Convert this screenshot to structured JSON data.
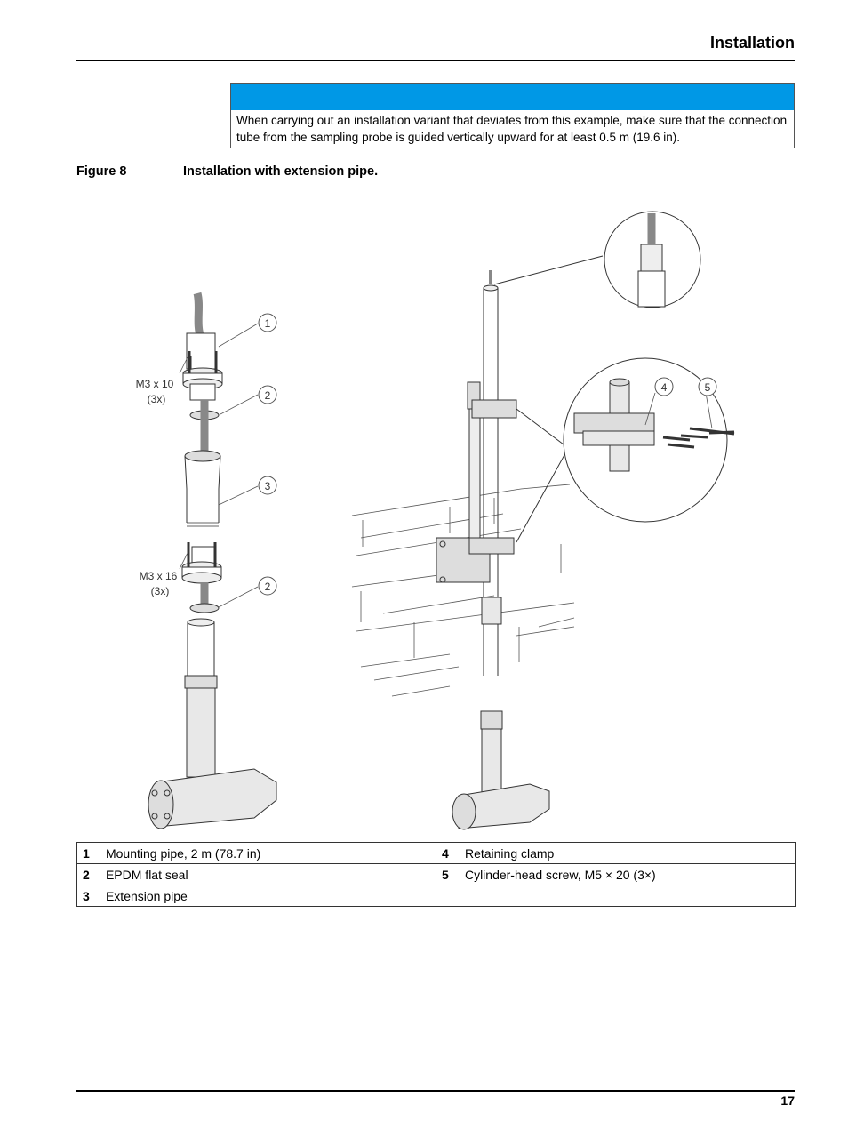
{
  "header": {
    "section_title": "Installation"
  },
  "note": {
    "text": "When carrying out an installation variant that deviates from this example, make sure that the connection tube from the sampling probe is guided vertically upward for at least 0.5 m (19.6 in).",
    "bar_color": "#0098e6"
  },
  "figure": {
    "number": "Figure 8",
    "title": "Installation with extension pipe.",
    "callouts": [
      "1",
      "2",
      "3",
      "2",
      "4",
      "5"
    ],
    "screw_labels": [
      {
        "size": "M3 x 10",
        "qty": "(3x)"
      },
      {
        "size": "M3 x 16",
        "qty": "(3x)"
      }
    ]
  },
  "legend": {
    "rows": [
      [
        {
          "num": "1",
          "text": "Mounting pipe, 2 m (78.7 in)"
        },
        {
          "num": "4",
          "text": "Retaining clamp"
        }
      ],
      [
        {
          "num": "2",
          "text": "EPDM flat seal"
        },
        {
          "num": "5",
          "text": "Cylinder-head screw, M5 × 20 (3×)"
        }
      ],
      [
        {
          "num": "3",
          "text": "Extension pipe"
        },
        {
          "num": "",
          "text": ""
        }
      ]
    ]
  },
  "footer": {
    "page_number": "17"
  }
}
